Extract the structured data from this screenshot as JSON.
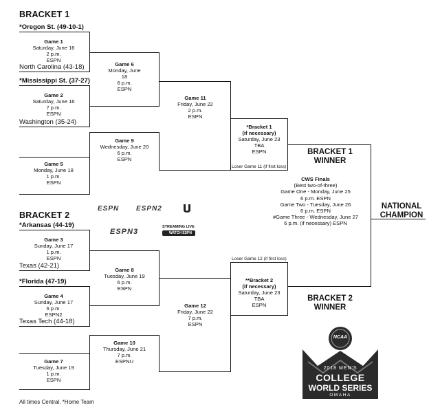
{
  "brackets": {
    "b1_title": "BRACKET 1",
    "b2_title": "BRACKET 2"
  },
  "teams": {
    "oregon": "*Oregon St. (49-10-1)",
    "unc": "North Carolina (43-18)",
    "msu": "*Mississippi St. (37-27)",
    "wash": "Washington (35-24)",
    "ark": "*Arkansas (44-19)",
    "texas": "Texas (42-21)",
    "fla": "*Florida (47-19)",
    "ttech": "Texas Tech (44-18)"
  },
  "games": {
    "g1": {
      "title": "Game 1",
      "l1": "Saturday, June 16",
      "l2": "2 p.m.",
      "l3": "ESPN"
    },
    "g2": {
      "title": "Game 2",
      "l1": "Saturday, June 16",
      "l2": "7 p.m.",
      "l3": "ESPN"
    },
    "g5": {
      "title": "Game 5",
      "l1": "Monday, June 18",
      "l2": "1 p.m.",
      "l3": "ESPN"
    },
    "g6": {
      "title": "Game 6",
      "l1": "Monday, June",
      "l2": "18",
      "l3": "6 p.m.",
      "l4": "ESPN"
    },
    "g9": {
      "title": "Game 9",
      "l1": "Wednesday, June 20",
      "l2": "6 p.m.",
      "l3": "ESPN"
    },
    "g11": {
      "title": "Game 11",
      "l1": "Friday, June 22",
      "l2": "2 p.m.",
      "l3": "ESPN"
    },
    "b1": {
      "title": "*Bracket 1",
      "l1": "(if necessary)",
      "l2": "Saturday, June 23",
      "l3": "TBA",
      "l4": "ESPN"
    },
    "g3": {
      "title": "Game 3",
      "l1": "Sunday, June 17",
      "l2": "1 p.m.",
      "l3": "ESPN"
    },
    "g4": {
      "title": "Game 4",
      "l1": "Sunday, June 17",
      "l2": "6 p.m.",
      "l3": "ESPN2"
    },
    "g7": {
      "title": "Game 7",
      "l1": "Tuesday, June 19",
      "l2": "1 p.m.",
      "l3": "ESPN"
    },
    "g8": {
      "title": "Game 8",
      "l1": "Tuesday, June 19",
      "l2": "6 p.m.",
      "l3": "ESPN"
    },
    "g10": {
      "title": "Game 10",
      "l1": "Thursday, June 21",
      "l2": "7 p.m.",
      "l3": "ESPNU"
    },
    "g12": {
      "title": "Game 12",
      "l1": "Friday, June 22",
      "l2": "7 p.m.",
      "l3": "ESPN"
    },
    "b2": {
      "title": "**Bracket 2",
      "l1": "(if necessary)",
      "l2": "Saturday, June 23",
      "l3": "TBA",
      "l4": "ESPN"
    }
  },
  "losers": {
    "b1": "Loser Game 11 (if first loss)",
    "b2": "Loser Game 12 (if first loss)"
  },
  "winners": {
    "b1_l1": "BRACKET 1",
    "b1_l2": "WINNER",
    "b2_l1": "BRACKET 2",
    "b2_l2": "WINNER"
  },
  "finals": {
    "title": "CWS Finals",
    "l1": "(Best two-of-three)",
    "l2": "Game One - Monday, June 25",
    "l3": "6 p.m. ESPN",
    "l4": "Game Two - Tuesday, June 26",
    "l5": "6 p.m. ESPN",
    "l6": "#Game Three - Wednesday, June 27",
    "l7": "6 p.m. (if necessary) ESPN"
  },
  "champion": {
    "l1": "NATIONAL",
    "l2": "CHAMPION"
  },
  "networks": {
    "espn": "ESPN",
    "espn2": "ESPN2",
    "espn3": "ESPN3",
    "streaming": "STREAMING LIVE",
    "watch": "WATCH ESPN"
  },
  "footer": "All times Central. *Home Team",
  "cws_logo": {
    "ncaa": "NCAA",
    "l1": "2018 MEN'S",
    "l2": "COLLEGE",
    "l3": "WORLD SERIES",
    "l4": "OMAHA"
  },
  "colors": {
    "ink": "#111111",
    "logo_dark": "#2b2b2b"
  }
}
